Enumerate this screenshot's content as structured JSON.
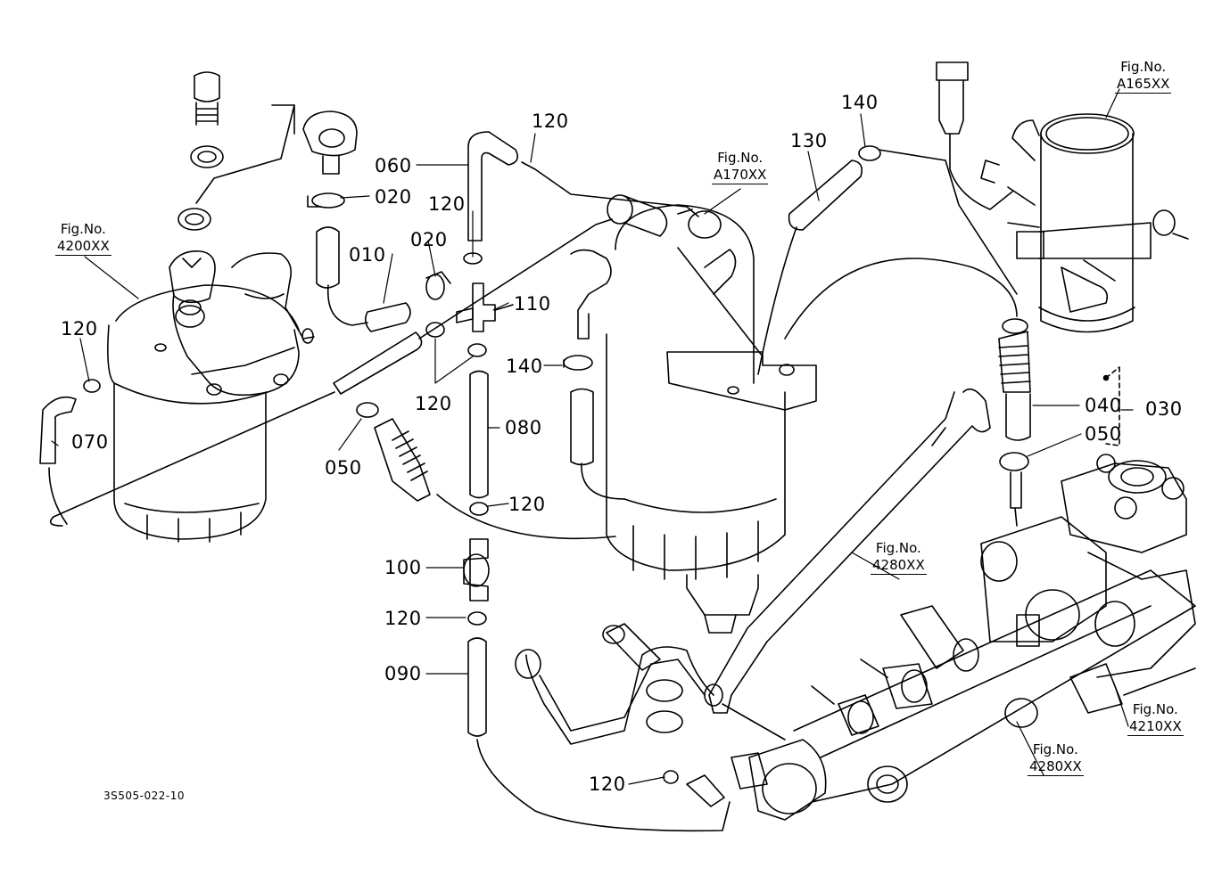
{
  "diagram_code": "3S505-022-10",
  "figure_references": [
    {
      "id": "fig-a165",
      "label": "Fig.No.",
      "number": "A165XX"
    },
    {
      "id": "fig-a170",
      "label": "Fig.No.",
      "number": "A170XX"
    },
    {
      "id": "fig-4200",
      "label": "Fig.No.",
      "number": "4200XX"
    },
    {
      "id": "fig-4280-mid",
      "label": "Fig.No.",
      "number": "4280XX"
    },
    {
      "id": "fig-4280-low",
      "label": "Fig.No.",
      "number": "4280XX"
    },
    {
      "id": "fig-4210",
      "label": "Fig.No.",
      "number": "4210XX"
    }
  ],
  "part_callouts": [
    "120",
    "060",
    "020",
    "120",
    "010",
    "020",
    "110",
    "120",
    "070",
    "050",
    "120",
    "140",
    "080",
    "120",
    "100",
    "120",
    "090",
    "120",
    "130",
    "140",
    "040",
    "030",
    "050"
  ],
  "colors": {
    "ink": "#000000",
    "paper": "#ffffff"
  }
}
